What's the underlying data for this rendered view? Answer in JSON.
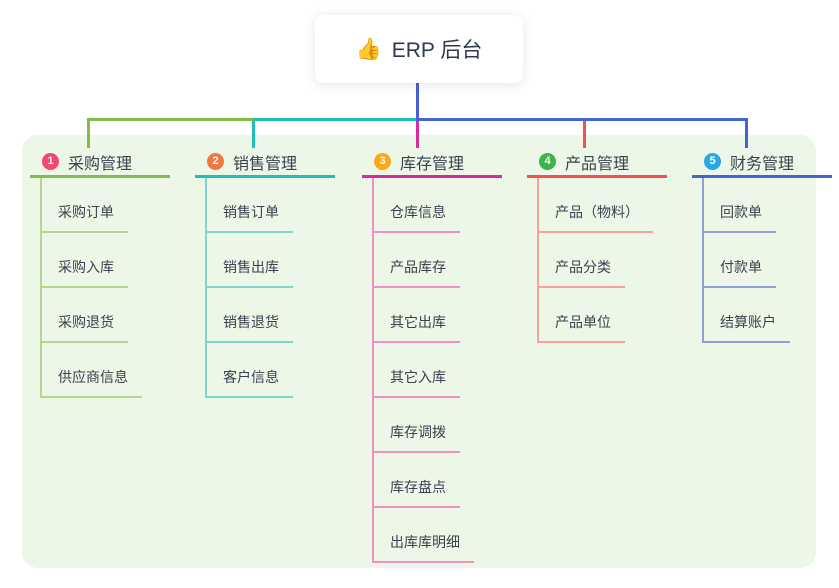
{
  "root": {
    "icon": "👍",
    "title": "ERP 后台"
  },
  "branches": [
    {
      "num": "1",
      "label": "采购管理",
      "color": "#84BC4A",
      "light": "#B3D78C",
      "badge": "#F4476B",
      "children": [
        "采购订单",
        "采购入库",
        "采购退货",
        "供应商信息"
      ]
    },
    {
      "num": "2",
      "label": "销售管理",
      "color": "#1FBFB8",
      "light": "#7FD6CF",
      "badge": "#F07A3D",
      "children": [
        "销售订单",
        "销售出库",
        "销售退货",
        "客户信息"
      ]
    },
    {
      "num": "3",
      "label": "库存管理",
      "color": "#D62D96",
      "light": "#F190C4",
      "badge": "#FBA81B",
      "children": [
        "仓库信息",
        "产品库存",
        "其它出库",
        "其它入库",
        "库存调拨",
        "库存盘点",
        "出库库明细"
      ]
    },
    {
      "num": "4",
      "label": "产品管理",
      "color": "#F4514D",
      "light": "#F8A09A",
      "badge": "#3BB44A",
      "children": [
        "产品（物料）",
        "产品分类",
        "产品单位"
      ]
    },
    {
      "num": "5",
      "label": "财务管理",
      "color": "#4265D0",
      "light": "#90A0D8",
      "badge": "#29A7E9",
      "children": [
        "回款单",
        "付款单",
        "结算账户"
      ]
    }
  ],
  "colors": {
    "panel_bg": "#ECF7E8",
    "root_connector": "#4A5FD2",
    "text": "#39424E"
  }
}
